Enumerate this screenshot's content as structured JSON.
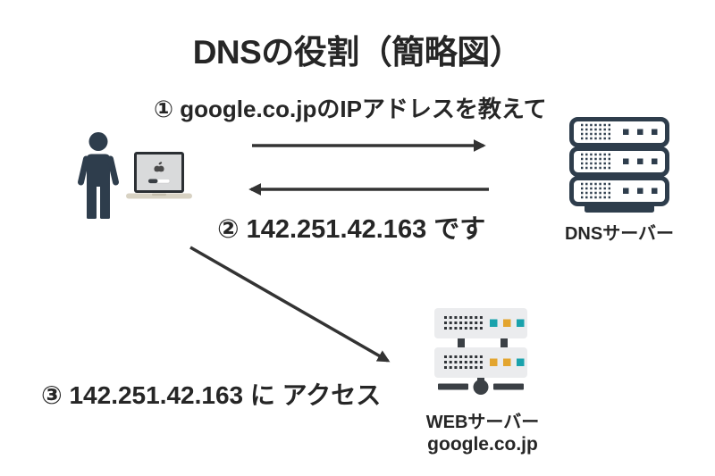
{
  "title": "DNSの役割（簡略図）",
  "steps": [
    {
      "label": "① google.co.jpのIPアドレスを教えて"
    },
    {
      "label": "② 142.251.42.163 です"
    },
    {
      "label": "③ 142.251.42.163 に アクセス"
    }
  ],
  "nodes": {
    "client": {
      "person_icon": "person-icon",
      "device_icon": "macbook-laptop-icon"
    },
    "dns_server": {
      "label": "DNSサーバー",
      "icon": "dns-server-rack-icon"
    },
    "web_server": {
      "label": "WEBサーバー",
      "domain": "google.co.jp",
      "icon": "web-server-icon"
    }
  },
  "colors": {
    "text": "#262626",
    "ink": "#2e3d4c",
    "arrow": "#333333",
    "server-body": "#ebecee",
    "teal": "#1aa2ac",
    "amber": "#e3a52f",
    "laptop-screen": "#d9dadb",
    "laptop-base": "#d8d2c3",
    "hub": "#3b4045",
    "dot": "#2f3337"
  }
}
